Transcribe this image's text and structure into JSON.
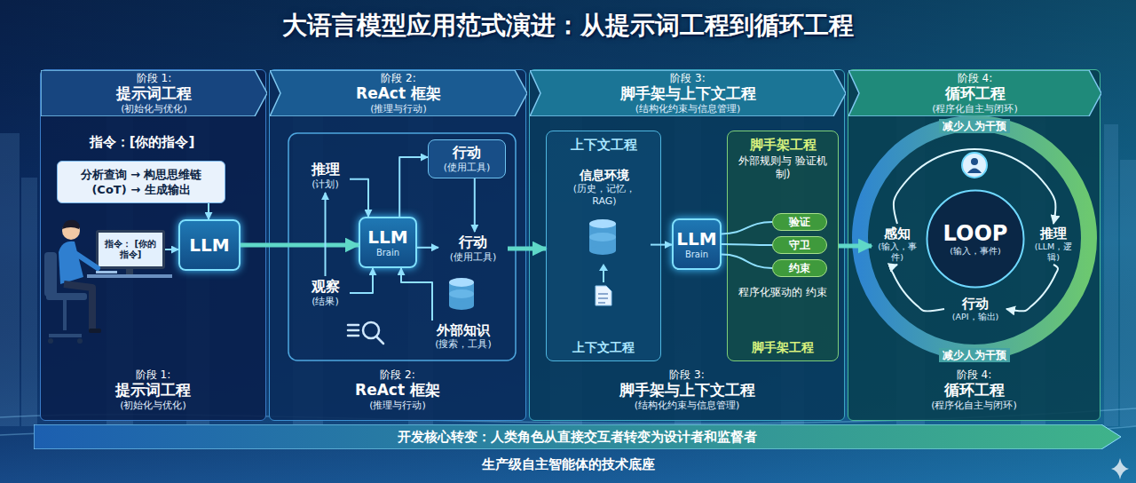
{
  "diagram": {
    "title": "大语言模型应用范式演进：从提示词工程到循环工程",
    "nodes": [
      {
        "text": [
          "阶段 1:",
          "提示词工程",
          "(初始化与优化)"
        ]
      },
      {
        "text": [
          "阶段 1:",
          "提示词工程",
          "(初始化与优化)"
        ],
        "in": 0
      },
      {
        "text": [
          "分析查询 → 构思思维链 (CoT) → 生成输出"
        ],
        "in": 0
      },
      {
        "text": [
          "指令： [你的指令]"
        ],
        "in": 0
      },
      {
        "text": [
          "LLM"
        ],
        "in": 0
      },
      {
        "text": [
          "阶段 2:",
          "ReAct 框架",
          "(推理与行动)"
        ]
      },
      {
        "text": [
          "阶段 2:",
          "ReAct 框架",
          "(推理与行动)"
        ],
        "in": 5
      },
      {
        "text": [
          "推理",
          "(计划)"
        ],
        "in": 5
      },
      {
        "text": [
          "LLM",
          "Brain"
        ],
        "in": 5
      },
      {
        "text": [
          "行动",
          "(使用工具)"
        ],
        "in": 5
      },
      {
        "text": [
          "行动",
          "(使用工具)"
        ],
        "in": 5
      },
      {
        "text": [
          "观察",
          "(结果)"
        ],
        "in": 5
      },
      {
        "text": [
          "外部知识",
          "(搜索，工具)"
        ],
        "in": 5
      },
      {
        "text": [
          "阶段 3:",
          "脚手架与上下文工程",
          "(结构化约束与信息管理)"
        ]
      },
      {
        "text": [
          "阶段 3:",
          "脚手架与上下文工程",
          "(结构化约束与信息管理)"
        ],
        "in": 13
      },
      {
        "text": [
          "上下文工程",
          "上下文工程"
        ],
        "in": 13
      },
      {
        "text": [
          "信息环境",
          "(历史，记忆， RAG)"
        ],
        "in": 15
      },
      {
        "text": [
          "LLM",
          "Brain"
        ],
        "in": 13
      },
      {
        "text": [
          "脚手架工程",
          "外部规则与 验证机制)",
          "程序化驱动的 约束",
          "脚手架工程"
        ],
        "in": 13
      },
      {
        "text": [
          "验证"
        ],
        "in": 18
      },
      {
        "text": [
          "守卫"
        ],
        "in": 18
      },
      {
        "text": [
          "约束"
        ],
        "in": 18
      },
      {
        "text": [
          "阶段 4:",
          "循环工程",
          "(程序化自主与闭环)"
        ]
      },
      {
        "text": [
          "阶段 4:",
          "循环工程",
          "(程序化自主与闭环)"
        ],
        "in": 22
      },
      {
        "text": [
          "LOOP",
          "(输入，事件)"
        ],
        "in": 22
      },
      {
        "text": [
          "感知",
          "(输入，事件)"
        ],
        "in": 22
      },
      {
        "text": [
          "推理",
          "(LLM，逻辑)"
        ],
        "in": 22
      },
      {
        "text": [
          "行动",
          "(API，输出)"
        ],
        "in": 22
      },
      {
        "text": [
          "开发核心转变：人类角色从直接交互者转变为设计者和监督者"
        ]
      }
    ],
    "edges": [
      {
        "from": 3,
        "to": 4,
        "arrow": "to"
      },
      {
        "from": 2,
        "to": 4,
        "arrow": "to"
      },
      {
        "from": 4,
        "to": 8,
        "arrow": "to"
      },
      {
        "from": 7,
        "to": 8,
        "arrow": "to"
      },
      {
        "from": 8,
        "to": 9,
        "arrow": "to"
      },
      {
        "from": 9,
        "to": 10,
        "arrow": "to"
      },
      {
        "from": 8,
        "to": 10,
        "arrow": "to"
      },
      {
        "from": 11,
        "to": 7,
        "arrow": "to"
      },
      {
        "from": 11,
        "to": 8,
        "arrow": "to"
      },
      {
        "from": 12,
        "to": 8,
        "arrow": "to"
      },
      {
        "from": 10,
        "to": 15,
        "arrow": "to"
      },
      {
        "from": 16,
        "to": 17,
        "arrow": "to"
      },
      {
        "from": 17,
        "to": 19,
        "arrow": "none"
      },
      {
        "from": 17,
        "to": 20,
        "arrow": "none"
      },
      {
        "from": 17,
        "to": 21,
        "arrow": "none"
      },
      {
        "from": 18,
        "to": 25,
        "arrow": "to"
      },
      {
        "from": 25,
        "to": 26,
        "arrow": "to"
      },
      {
        "from": 26,
        "to": 27,
        "arrow": "to"
      },
      {
        "from": 27,
        "to": 25,
        "arrow": "to"
      }
    ],
    "labels": [
      "指令：[你的指令]",
      "减少人为干预",
      "减少人为干预",
      "生产级自主智能体的技术底座"
    ]
  }
}
